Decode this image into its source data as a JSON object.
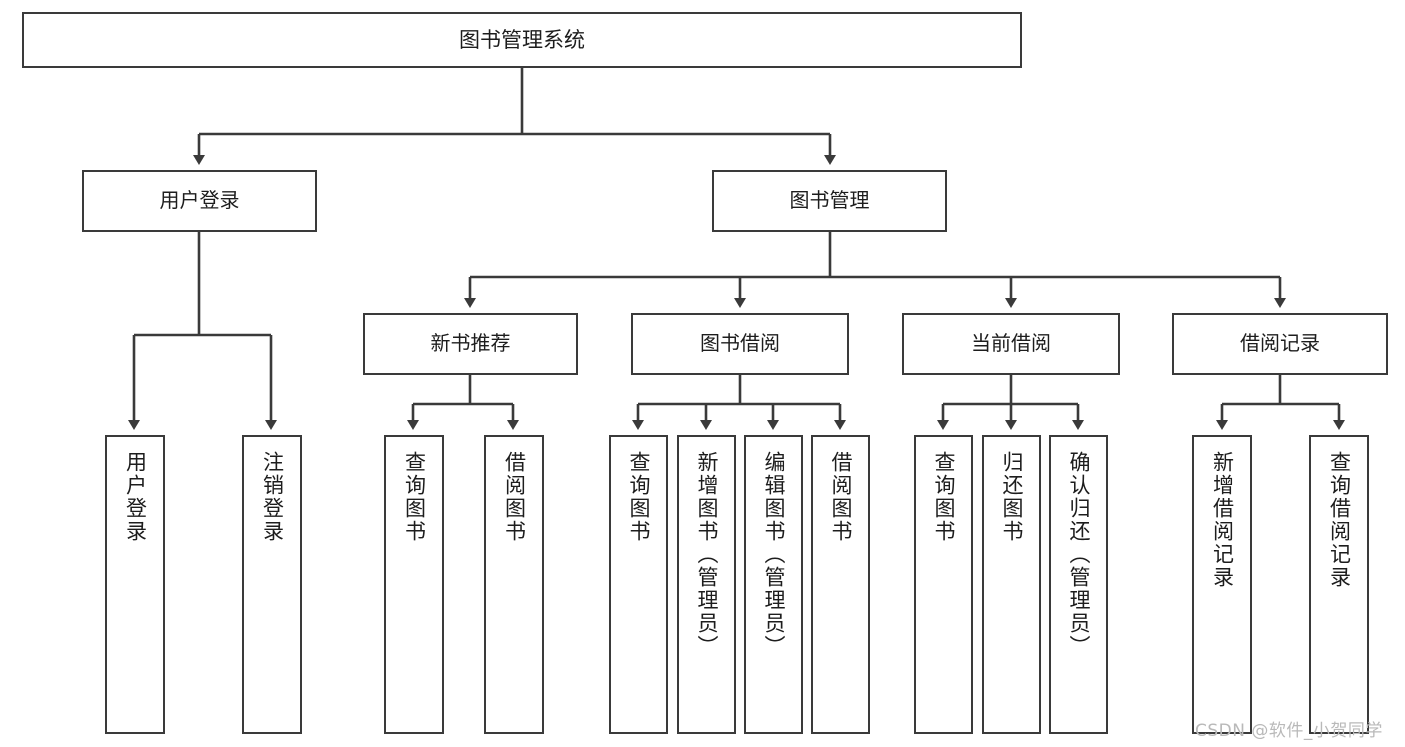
{
  "diagram": {
    "title": "图书管理系统",
    "type": "tree-hierarchy-chart",
    "root": {
      "label": "图书管理系统"
    },
    "level1": [
      {
        "label": "用户登录"
      },
      {
        "label": "图书管理"
      }
    ],
    "level2": [
      {
        "label": "新书推荐"
      },
      {
        "label": "图书借阅"
      },
      {
        "label": "当前借阅"
      },
      {
        "label": "借阅记录"
      }
    ],
    "leaves": {
      "user_login": [
        {
          "label": "用户登录"
        },
        {
          "label": "注销登录"
        }
      ],
      "new_book_recommend": [
        {
          "label": "查询图书"
        },
        {
          "label": "借阅图书"
        }
      ],
      "book_borrow": [
        {
          "label": "查询图书"
        },
        {
          "label": "新增图书（管理员）"
        },
        {
          "label": "编辑图书（管理员）"
        },
        {
          "label": "借阅图书"
        }
      ],
      "current_borrow": [
        {
          "label": "查询图书"
        },
        {
          "label": "归还图书"
        },
        {
          "label": "确认归还（管理员）"
        }
      ],
      "borrow_record": [
        {
          "label": "新增借阅记录"
        },
        {
          "label": "查询借阅记录"
        }
      ]
    }
  },
  "watermark": {
    "text": "CSDN @软件_小贺同学"
  },
  "colors": {
    "stroke": "#3a3a3a",
    "text": "#1d1d1d",
    "background": "#ffffff",
    "watermark": "#b9b9b9"
  }
}
